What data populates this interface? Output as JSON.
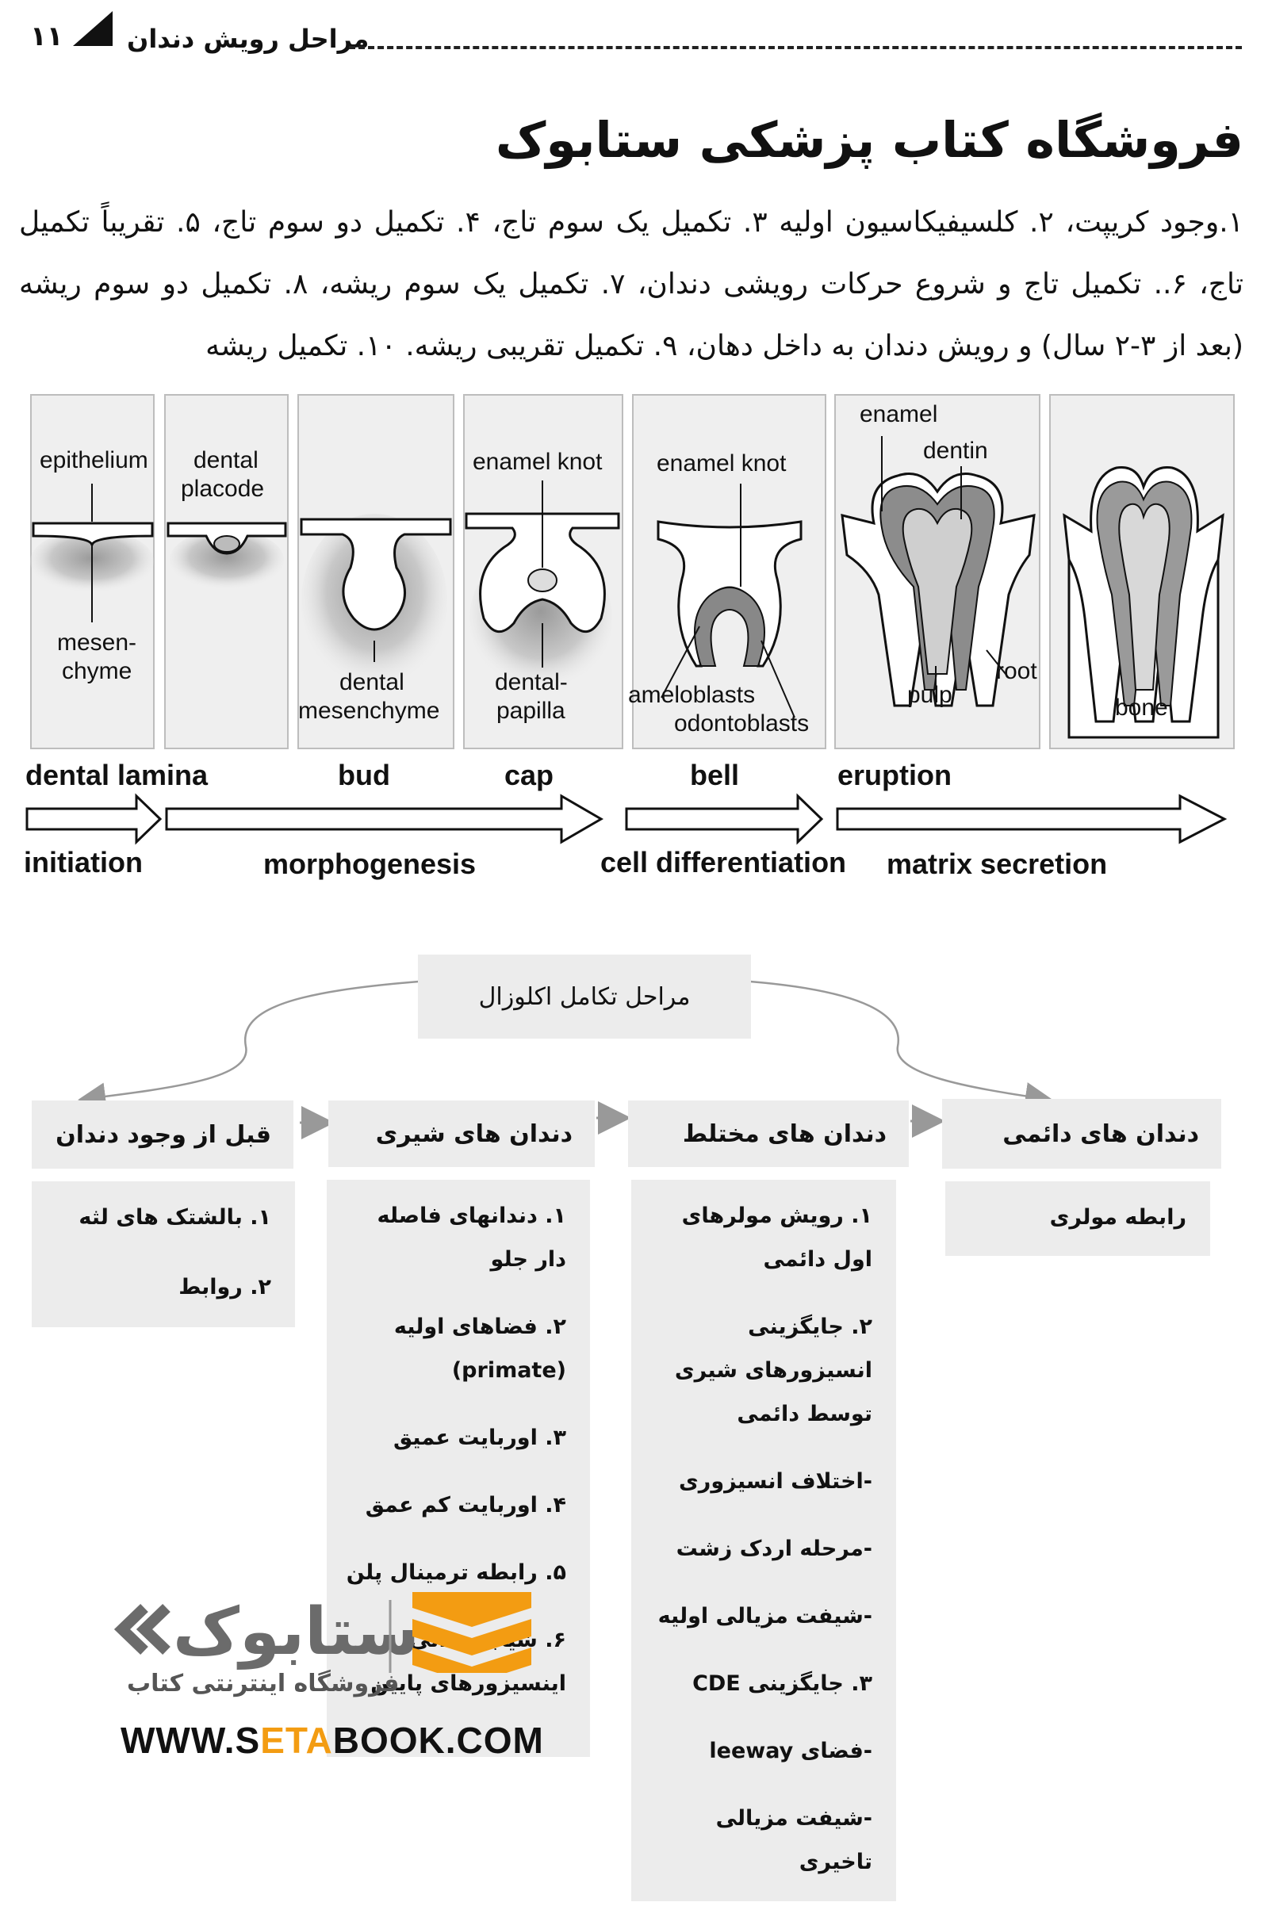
{
  "header": {
    "page_number": "۱۱",
    "running_head": "مراحل رویش دندان"
  },
  "store_title": "فروشگاه کتاب پزشکی ستابوک",
  "paragraph": "۱.وجود کریپت، ۲. کلسیفیکاسیون اولیه ۳. تکمیل یک سوم تاج، ۴. تکمیل دو سوم تاج، ۵. تقریباً تکمیل تاج، ۶.. تکمیل تاج و شروع حرکات رویشی دندان، ۷. تکمیل یک سوم ریشه، ۸. تکمیل دو سوم ریشه (بعد از ۳-۲ سال) و رویش دندان به داخل دهان، ۹. تکمیل تقریبی ریشه. ۱۰. تکمیل ریشه",
  "figure": {
    "panel_labels": {
      "epithelium": "epithelium",
      "mesenchyme_1": "mesen-",
      "mesenchyme_2": "chyme",
      "placode_1": "dental",
      "placode_2": "placode",
      "dental_mesenchyme_1": "dental",
      "dental_mesenchyme_2": "mesenchyme",
      "enamel_knot_cap": "enamel knot",
      "papilla_1": "dental-",
      "papilla_2": "papilla",
      "enamel_knot_bell": "enamel knot",
      "ameloblasts": "ameloblasts",
      "odontoblasts": "odontoblasts",
      "enamel": "enamel",
      "dentin": "dentin",
      "root": "root",
      "pulp": "pulp",
      "bone": "bone"
    },
    "stages": [
      "dental lamina",
      "bud",
      "cap",
      "bell",
      "eruption"
    ],
    "processes": [
      "initiation",
      "morphogenesis",
      "cell differentiation",
      "matrix secretion"
    ]
  },
  "flow": {
    "main": "مراحل تکامل اکلوزال",
    "columns": [
      {
        "header": "قبل از وجود دندان",
        "items": [
          "۱. بالشتک های لثه",
          "۲. روابط"
        ]
      },
      {
        "header": "دندان های شیری",
        "items": [
          "۱. دندانهای فاصله دار جلو",
          "۲. فضاهای اولیه (primate)",
          "۳. اوربایت عمیق",
          "۴. اوربایت کم عمق",
          "۵. رابطه ترمینال پلن",
          "۶. شیب دندانی اینسیزورهای پایین"
        ]
      },
      {
        "header": "دندان های مختلط",
        "items": [
          "۱. رویش مولرهای اول دائمی",
          "۲. جایگزینی انسیزورهای شیری توسط دائمی",
          "-اختلاف انسیزوری",
          "-مرحله اردک زشت",
          "-شیفت مزیالی اولیه",
          "۳. جایگزینی CDE",
          "-فضای leeway",
          "-شیفت مزیالی تاخیری"
        ]
      },
      {
        "header": "دندان های دائمی",
        "items": [
          "رابطه مولری"
        ]
      }
    ]
  },
  "logo": {
    "wordmark": "ستابوک",
    "subtitle": "فروشگاه اینترنتی کتاب",
    "url_part1": "WWW.S",
    "url_part2": "ETA",
    "url_part3": "BOOK.COM"
  },
  "colors": {
    "box_gray": "#ececec",
    "logo_orange": "#f39c12",
    "logo_gray": "#6b6b6b"
  }
}
